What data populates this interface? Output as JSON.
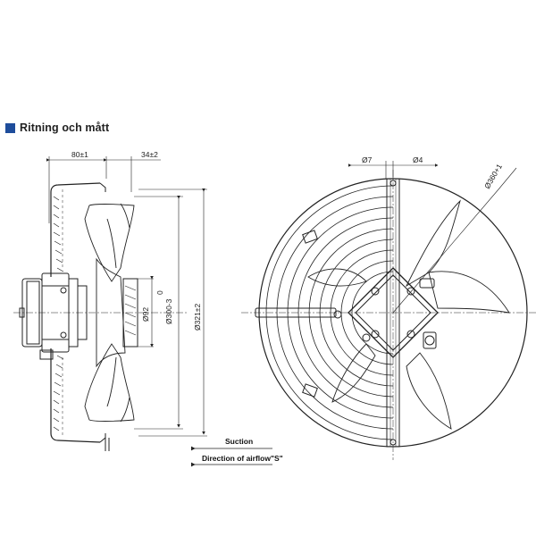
{
  "header": {
    "title": "Ritning och mått",
    "accent": "#1e4d9b"
  },
  "side_view": {
    "dim_width": "80±1",
    "dim_offset": "34±2",
    "dim_hub": "Ø92",
    "dim_inner": "Ø300-3",
    "dim_inner_tol": "0",
    "dim_outer": "Ø321±2",
    "suction_label": "Suction",
    "airflow_label": "Direction of airflow\"S\""
  },
  "front_view": {
    "dim_hole_left": "Ø7",
    "dim_hole_right": "Ø4",
    "dim_bolt_circle": "Ø360+1"
  }
}
